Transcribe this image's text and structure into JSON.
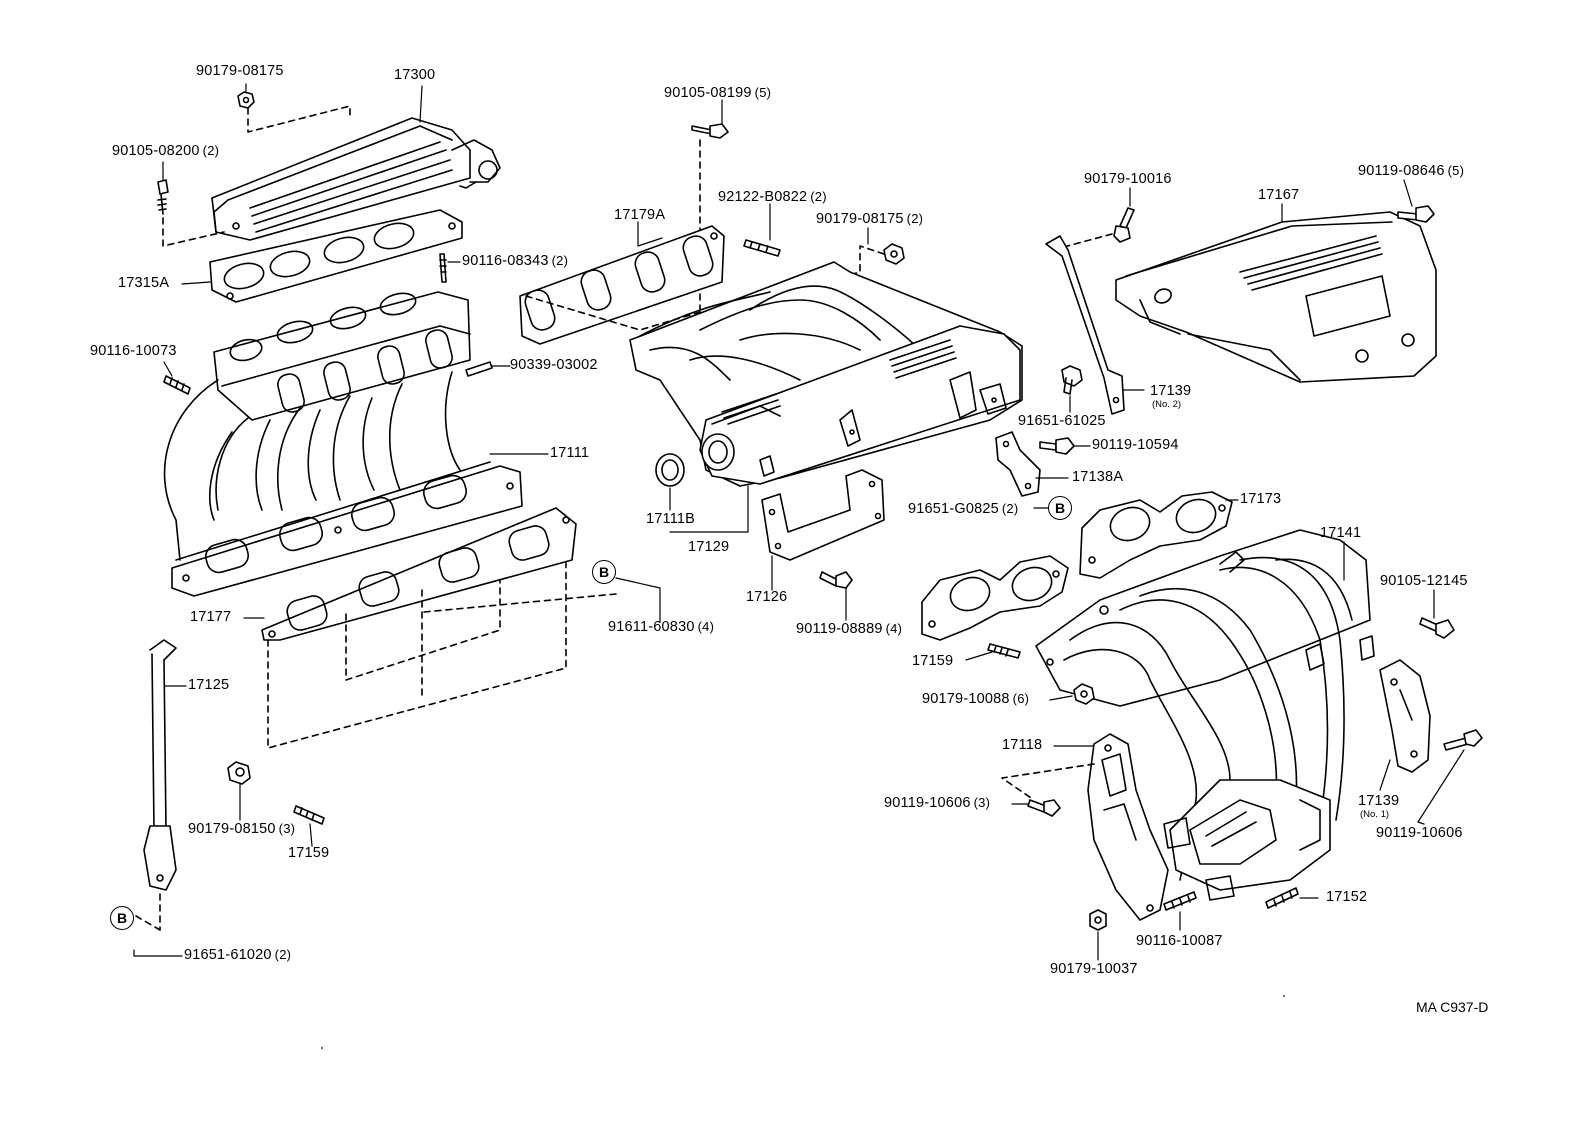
{
  "diagram": {
    "code": "MA C937-D",
    "ref_marker": "B",
    "labels": {
      "p90179_08175_a": "90179-08175",
      "p17300": "17300",
      "p90105_08200": "90105-08200",
      "p90105_08200_qty": "(2)",
      "p17315A": "17315A",
      "p90116_08343": "90116-08343",
      "p90116_08343_qty": "(2)",
      "p90116_10073": "90116-10073",
      "p90339_03002": "90339-03002",
      "p17111": "17111",
      "p17177": "17177",
      "p91611_60830": "91611-60830",
      "p91611_60830_qty": "(4)",
      "p17125": "17125",
      "p90179_08150": "90179-08150",
      "p90179_08150_qty": "(3)",
      "p17159_a": "17159",
      "p91651_61020": "91651-61020",
      "p91651_61020_qty": "(2)",
      "p90105_08199": "90105-08199",
      "p90105_08199_qty": "(5)",
      "p17179A": "17179A",
      "p92122_B0822": "92122-B0822",
      "p92122_B0822_qty": "(2)",
      "p90179_08175_b": "90179-08175",
      "p90179_08175_b_qty": "(2)",
      "p17111B": "17111B",
      "p17129": "17129",
      "p17126": "17126",
      "p90119_08889": "90119-08889",
      "p90119_08889_qty": "(4)",
      "p90179_10016": "90179-10016",
      "p17167": "17167",
      "p90119_08646": "90119-08646",
      "p90119_08646_qty": "(5)",
      "p17139_no2": "17139",
      "p17139_no2_sub": "(No. 2)",
      "p91651_61025": "91651-61025",
      "p90119_10594": "90119-10594",
      "p17138A": "17138A",
      "p91651_G0825": "91651-G0825",
      "p91651_G0825_qty": "(2)",
      "p17173": "17173",
      "p17141": "17141",
      "p90105_12145": "90105-12145",
      "p17159_b": "17159",
      "p90179_10088": "90179-10088",
      "p90179_10088_qty": "(6)",
      "p17118": "17118",
      "p90119_10606_a": "90119-10606",
      "p90119_10606_a_qty": "(3)",
      "p17139_no1": "17139",
      "p17139_no1_sub": "(No. 1)",
      "p90119_10606_b": "90119-10606",
      "p17152": "17152",
      "p90116_10087": "90116-10087",
      "p90179_10037": "90179-10037"
    }
  }
}
